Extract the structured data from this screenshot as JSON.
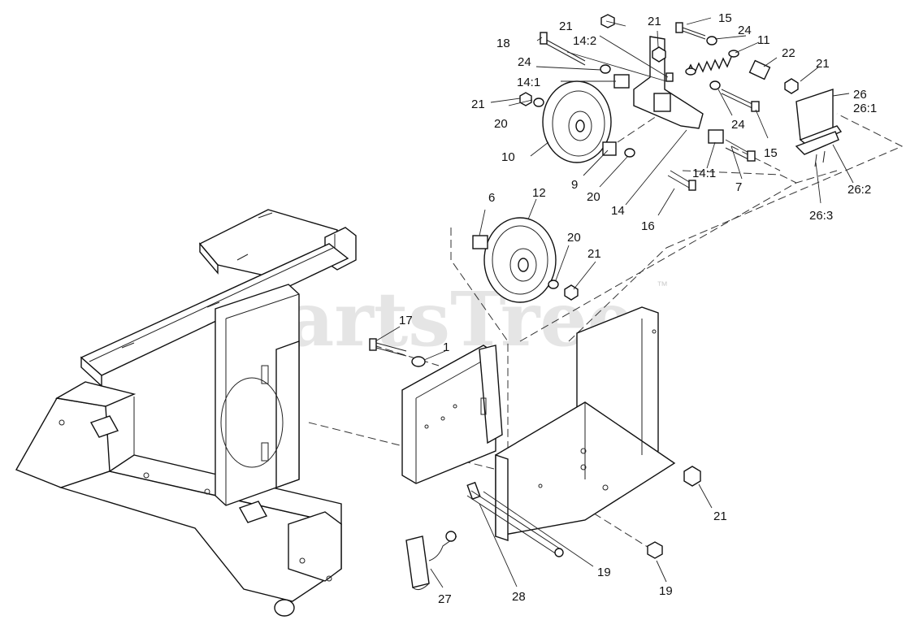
{
  "watermark": {
    "text": "PartsTree",
    "trademark": "™"
  },
  "labels": {
    "l1": "1",
    "l6": "6",
    "l7": "7",
    "l9": "9",
    "l10": "10",
    "l11": "11",
    "l12": "12",
    "l14": "14",
    "l14_1a": "14:1",
    "l14_1b": "14:1",
    "l14_2": "14:2",
    "l15a": "15",
    "l15b": "15",
    "l16": "16",
    "l17": "17",
    "l18": "18",
    "l19a": "19",
    "l19b": "19",
    "l20a": "20",
    "l20b": "20",
    "l20c": "20",
    "l21a": "21",
    "l21b": "21",
    "l21c": "21",
    "l21d": "21",
    "l21e": "21",
    "l21f": "21",
    "l22": "22",
    "l24a": "24",
    "l24b": "24",
    "l24c": "24",
    "l26": "26",
    "l26_1": "26:1",
    "l26_2": "26:2",
    "l26_3": "26:3",
    "l27": "27",
    "l28": "28"
  }
}
